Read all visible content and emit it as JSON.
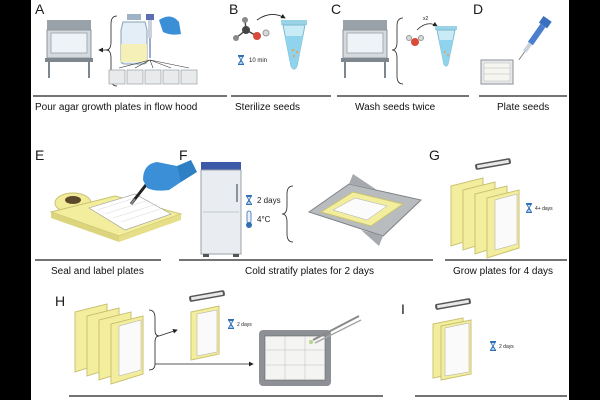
{
  "panels": {
    "A": {
      "letter": "A",
      "caption": "Pour agar growth plates in flow hood"
    },
    "B": {
      "letter": "B",
      "caption": "Sterilize seeds",
      "timer": "10 min"
    },
    "C": {
      "letter": "C",
      "caption": "Wash seeds twice",
      "repeat": "x2"
    },
    "D": {
      "letter": "D",
      "caption": "Plate seeds"
    },
    "E": {
      "letter": "E",
      "caption": "Seal and label plates"
    },
    "F": {
      "letter": "F",
      "caption": "Cold stratify plates for 2 days",
      "duration": "2 days",
      "temperature": "4°C"
    },
    "G": {
      "letter": "G",
      "caption": "Grow plates for 4 days",
      "duration": "4+ days"
    },
    "H": {
      "letter": "H",
      "duration": "2 days"
    },
    "I": {
      "letter": "I",
      "duration": "2 days"
    }
  },
  "colors": {
    "agar_yellow": "#f3ee9e",
    "glove_blue": "#3a8fd6",
    "fridge_blue": "#3d5aa8",
    "hood_gray": "#b9bec4",
    "line": "#222222"
  },
  "icons": [
    "hourglass-icon",
    "thermometer-icon",
    "grow-light-icon",
    "pipette-icon",
    "pen-icon",
    "tube-icon",
    "bottle-icon",
    "flow-hood-icon",
    "fridge-icon",
    "forceps-icon",
    "molecule-icon"
  ]
}
